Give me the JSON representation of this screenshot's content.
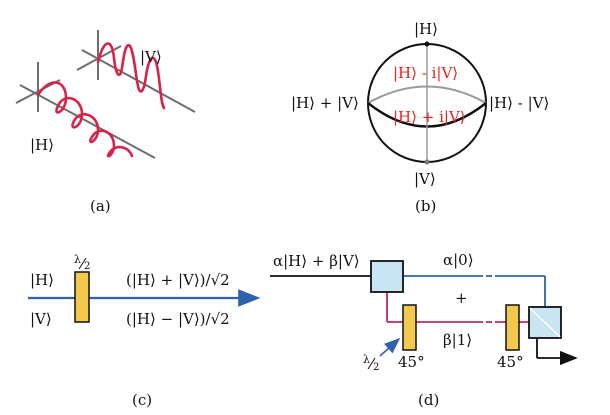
{
  "colors": {
    "wave": "#d9224a",
    "axis": "#6e6e6e",
    "state_red": "#e8221b",
    "beam_blue": "#2f62ad",
    "beam_pink": "#c1295a",
    "waveplate_fill": "#f2c94c",
    "splitter_fill": "#c9e4f2"
  },
  "panel_a": {
    "label_h": "|H⟩",
    "label_v": "|V⟩",
    "caption": "(a)"
  },
  "panel_b": {
    "north": "|H⟩",
    "south": "|V⟩",
    "west": "|H⟩ + |V⟩",
    "east": "|H⟩ - |V⟩",
    "upper": "|H⟩ - i|V⟩",
    "lower": "|H⟩ + i|V⟩",
    "caption": "(b)"
  },
  "panel_c": {
    "label_h": "|H⟩",
    "label_v": "|V⟩",
    "waveplate_num": "λ",
    "waveplate_den": "2",
    "sum_state": "(|H⟩ + |V⟩)/√2",
    "diff_state": "(|H⟩ − |V⟩)/√2",
    "caption": "(c)"
  },
  "panel_d": {
    "input_state": "α|H⟩ + β|V⟩",
    "upper_path": "α|0⟩",
    "lower_path": "β|1⟩",
    "plus": "+",
    "waveplate_num": "λ",
    "waveplate_den": "2",
    "angle_left": "45°",
    "angle_right": "45°",
    "caption": "(d)"
  }
}
